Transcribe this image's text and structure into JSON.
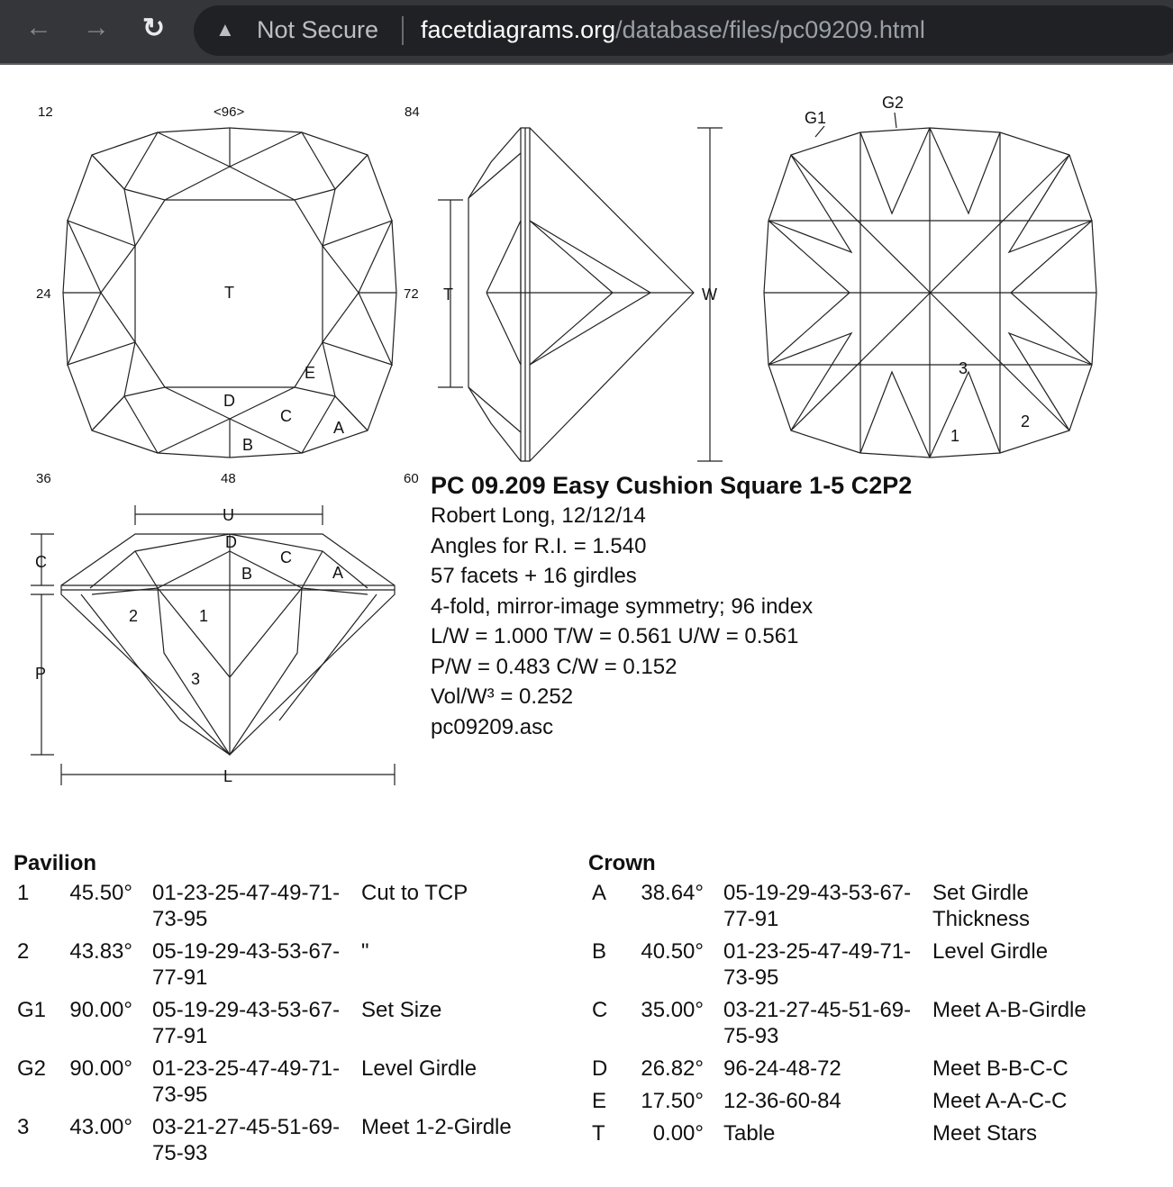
{
  "browser": {
    "back": "←",
    "forward": "→",
    "reload": "↻",
    "security_icon": "warning-triangle-icon",
    "security_text": "Not Secure",
    "url_host": "facetdiagrams.org",
    "url_path": "/database/files/pc09209.html"
  },
  "diagram": {
    "crown_view": {
      "index_labels": [
        "12",
        "<96>",
        "84",
        "24",
        "72",
        "36",
        "48",
        "60"
      ],
      "facet_labels": [
        "T",
        "E",
        "D",
        "C",
        "A",
        "B"
      ]
    },
    "side_view": {
      "labels": [
        "T",
        "W"
      ]
    },
    "pavilion_view": {
      "labels": [
        "G1",
        "G2",
        "3",
        "1",
        "2"
      ]
    },
    "profile_view": {
      "labels": [
        "U",
        "D",
        "C",
        "B",
        "A",
        "C",
        "2",
        "1",
        "P",
        "3",
        "L"
      ]
    }
  },
  "info": {
    "title": "PC 09.209 Easy Cushion Square 1-5 C2P2",
    "lines": [
      "Robert Long, 12/12/14",
      "Angles for R.I. = 1.540",
      "57 facets + 16 girdles",
      "4-fold, mirror-image symmetry; 96 index",
      "L/W = 1.000 T/W = 0.561 U/W = 0.561",
      "P/W = 0.483 C/W = 0.152",
      "Vol/W³ = 0.252",
      "pc09209.asc"
    ]
  },
  "pavilion": {
    "heading": "Pavilion",
    "rows": [
      {
        "name": "1",
        "angle": "45.50°",
        "index": "01-23-25-47-49-71-73-95",
        "note": "Cut to TCP"
      },
      {
        "name": "2",
        "angle": "43.83°",
        "index": "05-19-29-43-53-67-77-91",
        "note": "\""
      },
      {
        "name": "G1",
        "angle": "90.00°",
        "index": "05-19-29-43-53-67-77-91",
        "note": "Set Size"
      },
      {
        "name": "G2",
        "angle": "90.00°",
        "index": "01-23-25-47-49-71-73-95",
        "note": "Level Girdle"
      },
      {
        "name": "3",
        "angle": "43.00°",
        "index": "03-21-27-45-51-69-75-93",
        "note": "Meet 1-2-Girdle"
      }
    ]
  },
  "crown": {
    "heading": "Crown",
    "rows": [
      {
        "name": "A",
        "angle": "38.64°",
        "index": "05-19-29-43-53-67-77-91",
        "note": "Set Girdle Thickness"
      },
      {
        "name": "B",
        "angle": "40.50°",
        "index": "01-23-25-47-49-71-73-95",
        "note": "Level Girdle"
      },
      {
        "name": "C",
        "angle": "35.00°",
        "index": "03-21-27-45-51-69-75-93",
        "note": "Meet A-B-Girdle"
      },
      {
        "name": "D",
        "angle": "26.82°",
        "index": "96-24-48-72",
        "note": "Meet B-B-C-C"
      },
      {
        "name": "E",
        "angle": "17.50°",
        "index": "12-36-60-84",
        "note": "Meet A-A-C-C"
      },
      {
        "name": "T",
        "angle": "0.00°",
        "index": "Table",
        "note": "Meet Stars"
      }
    ]
  }
}
